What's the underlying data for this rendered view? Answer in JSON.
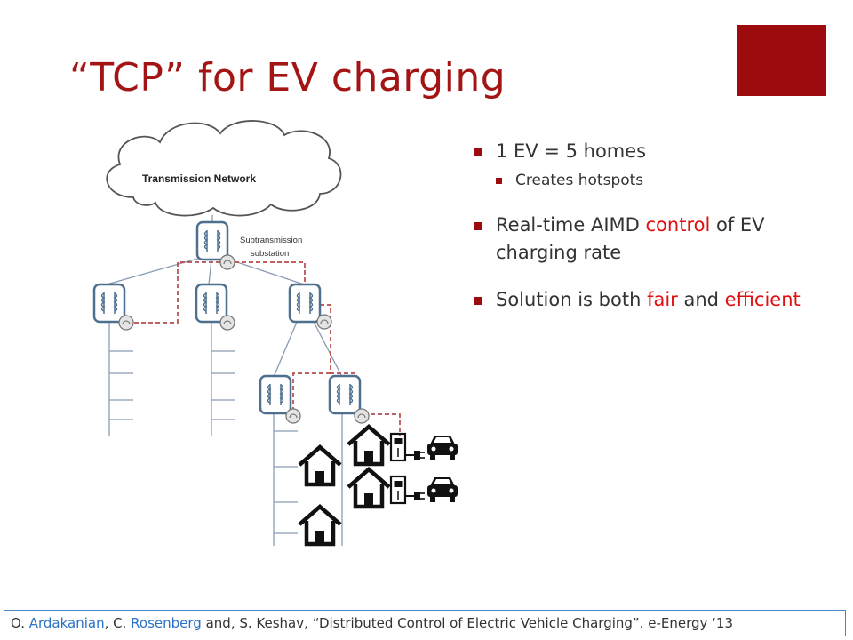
{
  "slide": {
    "title": "“TCP” for EV charging",
    "accent_color": "#9e0b0f",
    "highlight_color": "#e01010"
  },
  "diagram": {
    "cloud_label": "Transmission Network",
    "substation_label_line1": "Subtransmission",
    "substation_label_line2": "substation",
    "icons": [
      "cloud-icon",
      "transformer-icon",
      "meter-icon",
      "house-icon",
      "charger-icon",
      "plug-icon",
      "car-icon"
    ]
  },
  "bullets": {
    "b1": "1 EV = 5 homes",
    "b1_sub": "Creates hotspots",
    "b2_pre": "Real-time AIMD ",
    "b2_red": "control",
    "b2_post": " of EV charging rate",
    "b3_pre": "Solution is both ",
    "b3_red1": "fair",
    "b3_mid": " and ",
    "b3_red2": "efficient"
  },
  "footer": {
    "p1": "O. ",
    "author1": "Ardakanian",
    "p2": ", C. ",
    "author2": "Rosenberg",
    "p3": " and, S. Keshav, “Distributed Control of Electric Vehicle Charging”. e-Energy ‘13"
  }
}
